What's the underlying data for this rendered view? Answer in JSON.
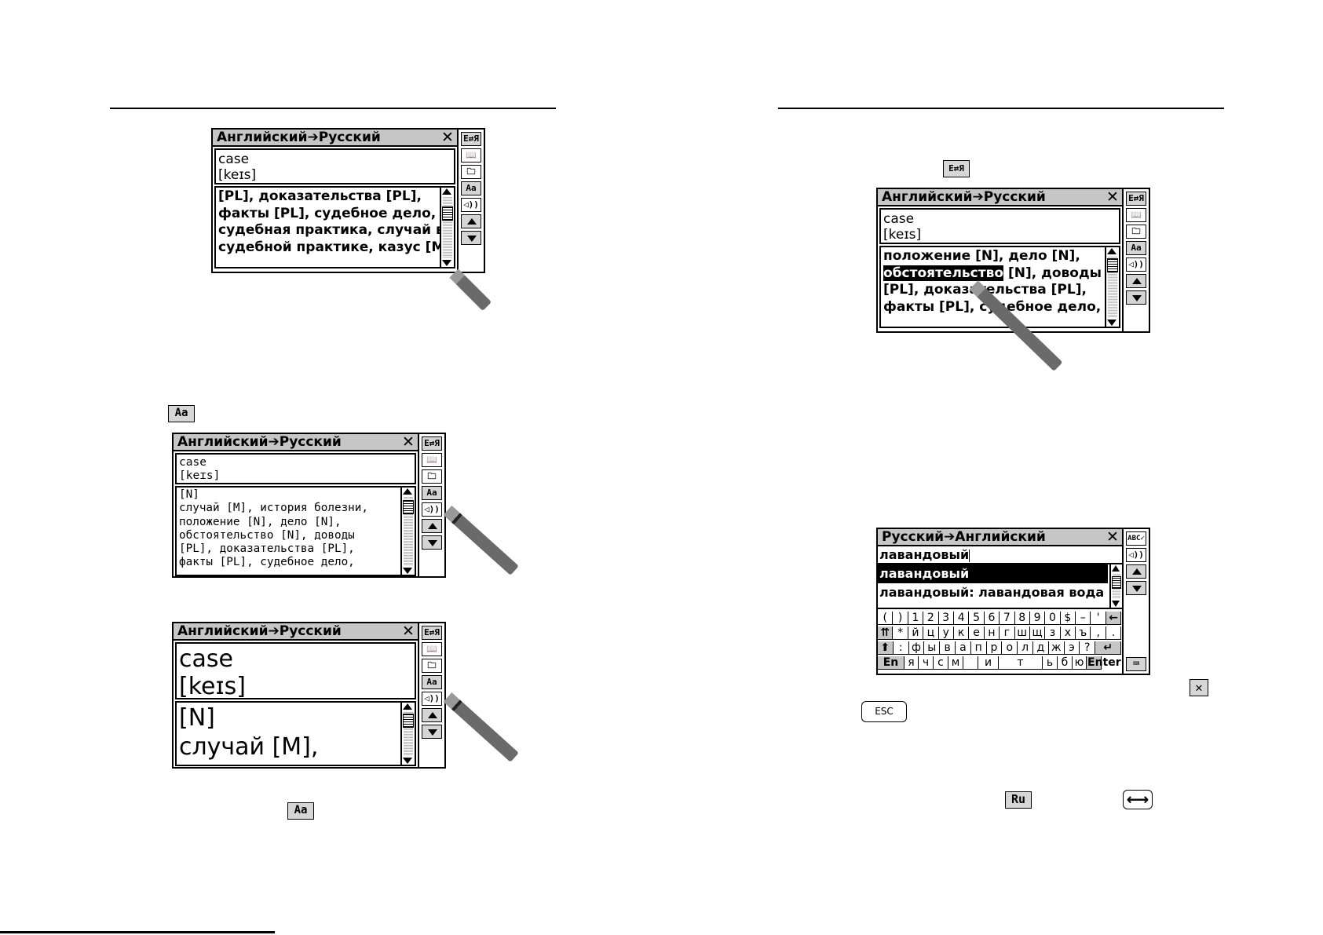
{
  "windows": {
    "w1": {
      "title": "Английский➔Русский",
      "headword": "case",
      "transcription": "[keɪs]",
      "lines": [
        "[PL], доказательства [PL],",
        "факты [PL], судебное дело,",
        "судебная практика, случай в",
        "судебной практике, казус [M]"
      ]
    },
    "w2": {
      "title": "Английский➔Русский",
      "headword": "case",
      "transcription": "[keɪs]",
      "lines": [
        "[N]",
        "случай [M], история болезни,",
        "положение [N], дело [N],",
        "обстоятельство [N], доводы",
        "[PL], доказательства [PL],",
        "факты [PL], судебное дело,"
      ]
    },
    "w3": {
      "title": "Английский➔Русский",
      "headword": "case",
      "transcription": "[keɪs]",
      "lines": [
        "[N]",
        "случай [M],"
      ]
    },
    "w4": {
      "title": "Английский➔Русский",
      "headword": "case",
      "transcription": "[keɪs]",
      "line1_a": "положение [N], дело [N],",
      "line2_hl": "обстоятельство",
      "line2_rest": " [N], доводы",
      "line3": "[PL], доказательства [PL],",
      "line4": "факты [PL], судебное дело,"
    },
    "w5": {
      "title": "Русский➔Английский",
      "input": "лавандовый",
      "results": [
        "лавандовый",
        "лавандовый: лавандовая вода"
      ],
      "kb_rows": [
        [
          "(",
          ")",
          "1",
          "2",
          "3",
          "4",
          "5",
          "6",
          "7",
          "8",
          "9",
          "0",
          "$",
          "–",
          "'",
          "←"
        ],
        [
          "⇈",
          "*",
          "й",
          "ц",
          "у",
          "к",
          "е",
          "н",
          "г",
          "ш",
          "щ",
          "з",
          "х",
          "ъ",
          ",",
          "."
        ],
        [
          "⬆",
          ":",
          "ф",
          "ы",
          "в",
          "а",
          "п",
          "р",
          "о",
          "л",
          "д",
          "ж",
          "э",
          "?",
          "↵"
        ],
        [
          "En",
          "я",
          "ч",
          "с",
          "м",
          " ",
          "и",
          "т",
          "ь",
          "б",
          "ю",
          "Enter"
        ]
      ]
    }
  },
  "side_buttons": {
    "swap": "E⇄Я",
    "book": "📖",
    "folder": "🗀",
    "font": "Aa",
    "sound": "◁))",
    "abc": "ABC✓",
    "keyboard": "⌨"
  },
  "inline_icons": {
    "font_icon_1": "Aa",
    "font_icon_2": "Aa",
    "swap_icon": "E⇄Я",
    "close_icon": "✕",
    "esc_key": "ESC",
    "ru_badge": "Ru",
    "switch_key": "⟷"
  }
}
